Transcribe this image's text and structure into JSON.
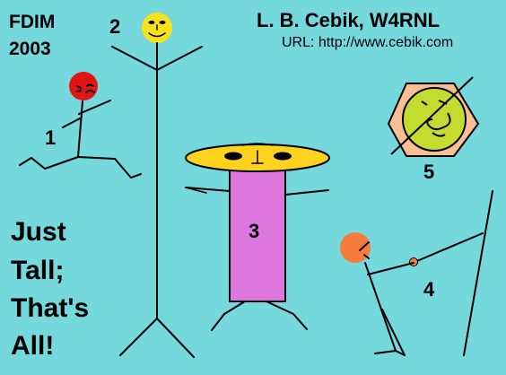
{
  "header": {
    "event": "FDIM",
    "year": "2003",
    "author": "L. B. Cebik, W4RNL",
    "url": "URL: http://www.cebik.com"
  },
  "slogan": {
    "line1": "Just",
    "line2": "Tall;",
    "line3": "That's",
    "line4": "All!"
  },
  "figures": {
    "runner_label": "1",
    "tall_label": "2",
    "wide_label": "3",
    "leaning_label": "4",
    "forbidden_label": "5"
  },
  "colors": {
    "background": "#74d8dc",
    "runner_head": "#e21515",
    "tall_head": "#f7e21a",
    "hat": "#ffd21f",
    "body": "#dd76dd",
    "leaning_head": "#f57c3c",
    "hexagon": "#f9bf93",
    "forbidden_face": "#c4dc30"
  }
}
